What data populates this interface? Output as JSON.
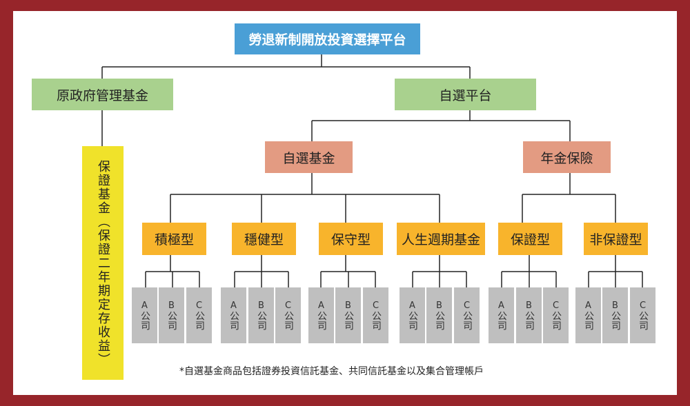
{
  "title": "勞退新制開放投資選擇平台",
  "branch_left": "原政府管理基金",
  "branch_right": "自選平台",
  "guarantee_fund": "保證基金（保證二年期定存收益）",
  "sub_branches": [
    "自選基金",
    "年金保險"
  ],
  "categories": [
    "積極型",
    "穩健型",
    "保守型",
    "人生週期基金",
    "保證型",
    "非保證型"
  ],
  "company_letters": [
    "A",
    "B",
    "C"
  ],
  "company_word": "公司",
  "footnote": "*自選基金商品包括證券投資信託基金、共同信託基金以及集合管理帳戶",
  "colors": {
    "border": "#97252a",
    "title": "#4a9fd6",
    "green": "#a9d18e",
    "salmon": "#e39b82",
    "orange": "#f8b42c",
    "yellow": "#f0e22a",
    "gray": "#bfbfbf"
  }
}
